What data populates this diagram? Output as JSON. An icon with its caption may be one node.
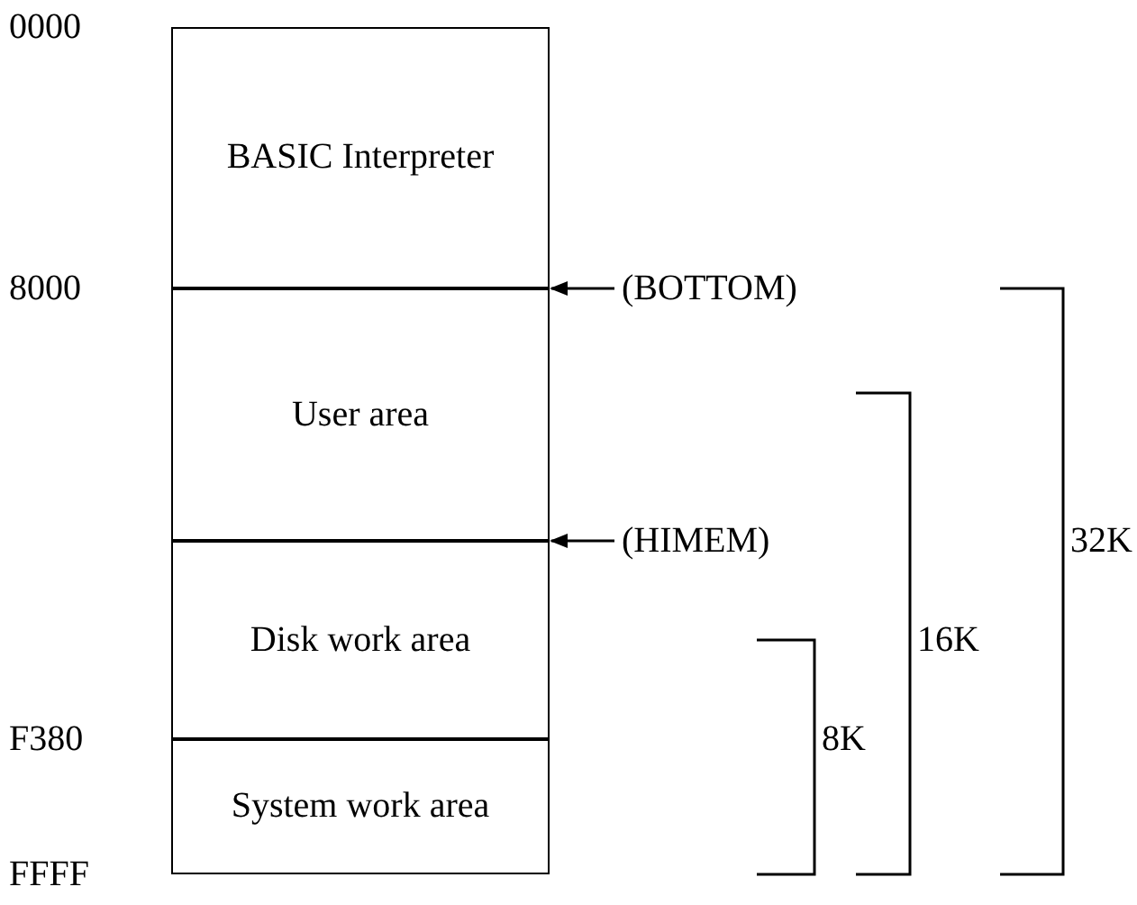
{
  "diagram": {
    "nodes": [
      {
        "text": [
          "BASIC Interpreter"
        ]
      },
      {
        "text": [
          "User area"
        ]
      },
      {
        "text": [
          "Disk work area"
        ]
      },
      {
        "text": [
          "System work area"
        ]
      },
      {
        "text": [
          "(BOTTOM)"
        ]
      },
      {
        "text": [
          "(HIMEM)"
        ]
      }
    ],
    "edges": [
      {
        "from": 4,
        "to": 1,
        "arrow": "to"
      },
      {
        "from": 5,
        "to": 2,
        "arrow": "to"
      }
    ],
    "labels": [
      "0000",
      "8000",
      "32K",
      "16K",
      "F380",
      "8K",
      "FFFF"
    ]
  }
}
